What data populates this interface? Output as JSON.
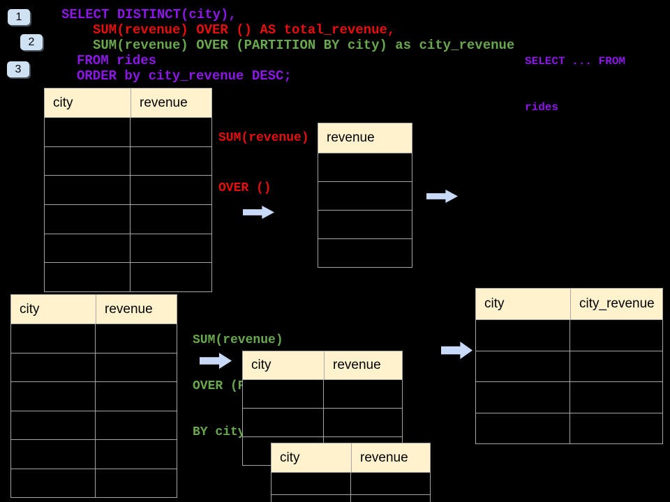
{
  "colors": {
    "background": "#000000",
    "code_purple": "#8c17e6",
    "code_red": "#e60e0e",
    "code_green": "#6aa84f",
    "table_header_bg": "#fff2cc",
    "table_border": "#a6a6a6",
    "cell_bg": "#000000",
    "arrow_fill": "#c9daf8",
    "badge_bg": "#cfe2f3",
    "badge_text": "#000000",
    "header_text": "#000000"
  },
  "step_badges": [
    "1",
    "2",
    "3"
  ],
  "sql_code": {
    "line1": "SELECT DISTINCT(city),",
    "line2": "SUM(revenue) OVER () AS total_revenue,",
    "line3": "SUM(revenue) OVER (PARTITION BY city) as city_revenue",
    "line4": "FROM rides",
    "line5": "ORDER by city_revenue DESC;"
  },
  "from_note": {
    "line1": "SELECT ... FROM",
    "line2": "rides"
  },
  "annotation_total": {
    "line1": "SUM(revenue)",
    "line2": "OVER ()"
  },
  "annotation_partition": {
    "line1": "SUM(revenue)",
    "line2": "OVER (PARTITION",
    "line3": "BY city)"
  },
  "tables": {
    "rides_top": {
      "col1": "city",
      "col2": "revenue",
      "row_count": 6
    },
    "total_revenue": {
      "col1": "revenue",
      "row_count": 4
    },
    "rides_bottom": {
      "col1": "city",
      "col2": "revenue",
      "row_count": 6
    },
    "partition_step": {
      "col1": "city",
      "col2": "revenue",
      "row_count": 3
    },
    "partition_overlay": {
      "col1": "city",
      "col2": "revenue",
      "row_count": 2
    },
    "city_revenue_result": {
      "col1": "city",
      "col2": "city_revenue",
      "row_count": 4
    }
  }
}
